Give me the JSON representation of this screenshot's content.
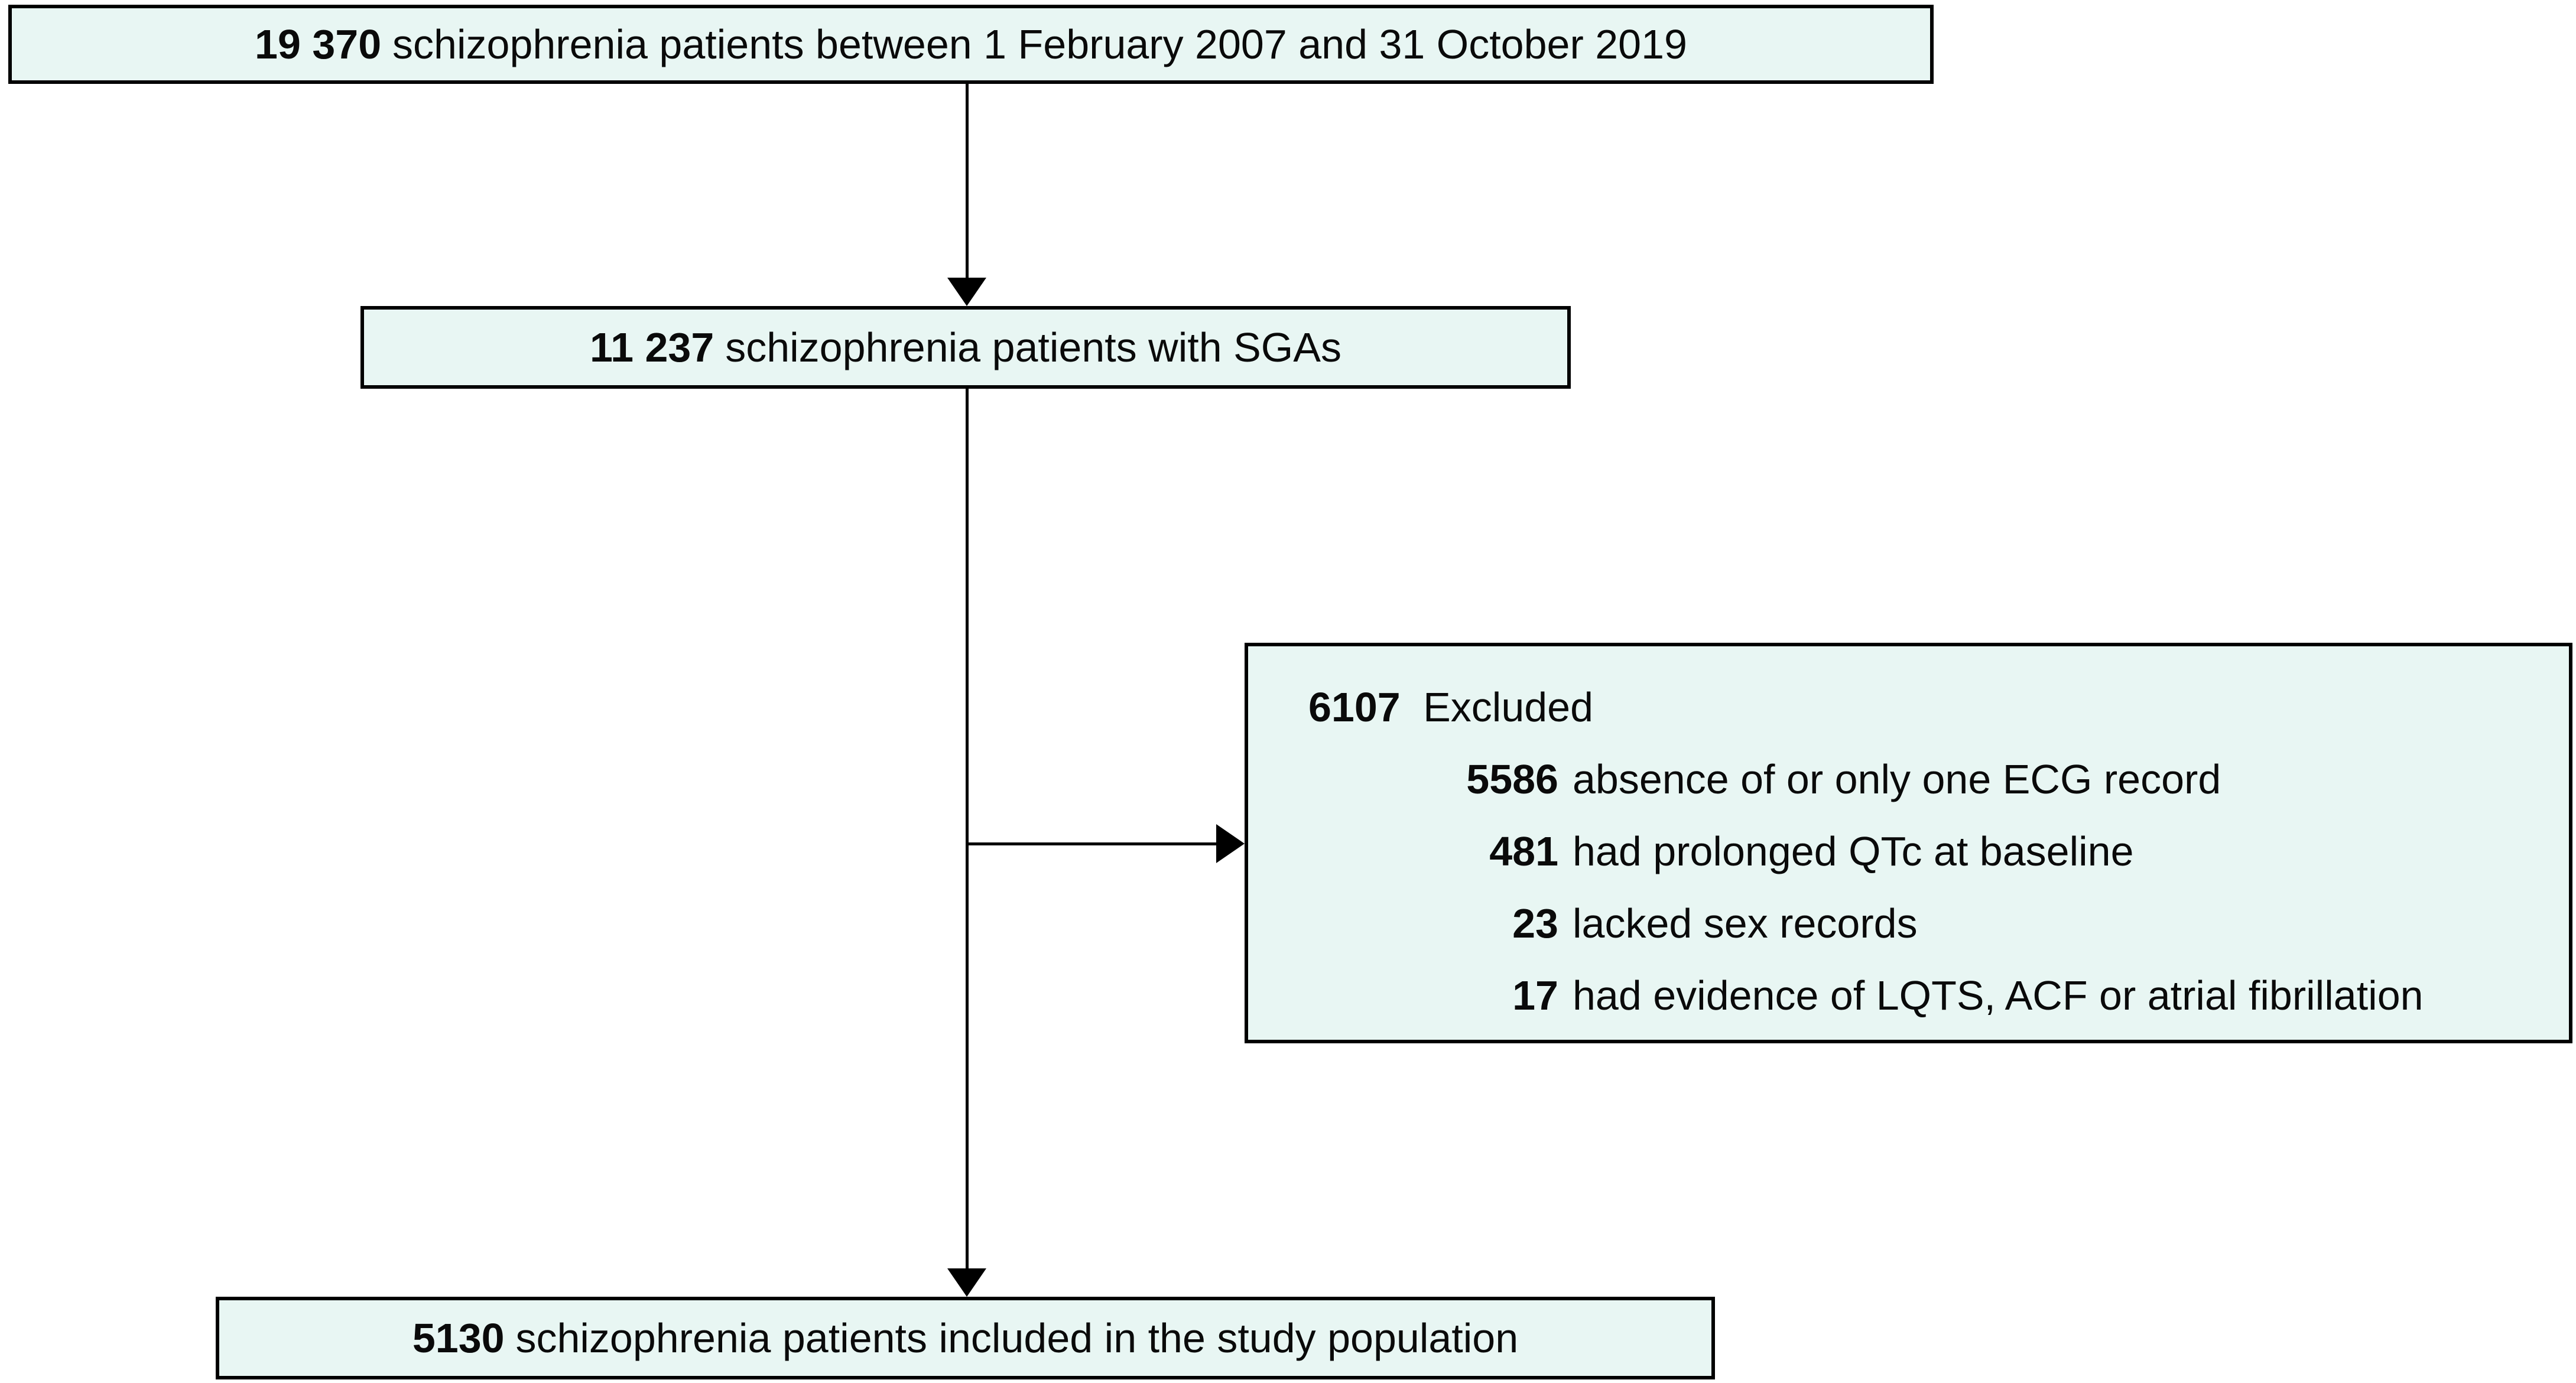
{
  "flow": {
    "top_box": {
      "number": "19 370",
      "label": "schizophrenia patients between 1 February 2007 and 31 October 2019"
    },
    "sga_box": {
      "number": "11 237",
      "label": "schizophrenia patients with SGAs"
    },
    "excluded_box": {
      "header": {
        "number": "6107",
        "label": "Excluded"
      },
      "items": [
        {
          "number": "5586",
          "label": "absence of or only one ECG record"
        },
        {
          "number": "481",
          "label": "had prolonged QTc at baseline"
        },
        {
          "number": "23",
          "label": "lacked sex records"
        },
        {
          "number": "17",
          "label": "had evidence of LQTS, ACF or atrial fibrillation"
        }
      ]
    },
    "final_box": {
      "number": "5130",
      "label": "schizophrenia patients included in the study population"
    },
    "colors": {
      "box_fill": "#e8f6f3",
      "box_border": "#000000",
      "arrow": "#000000",
      "text": "#0a0a0a"
    }
  }
}
